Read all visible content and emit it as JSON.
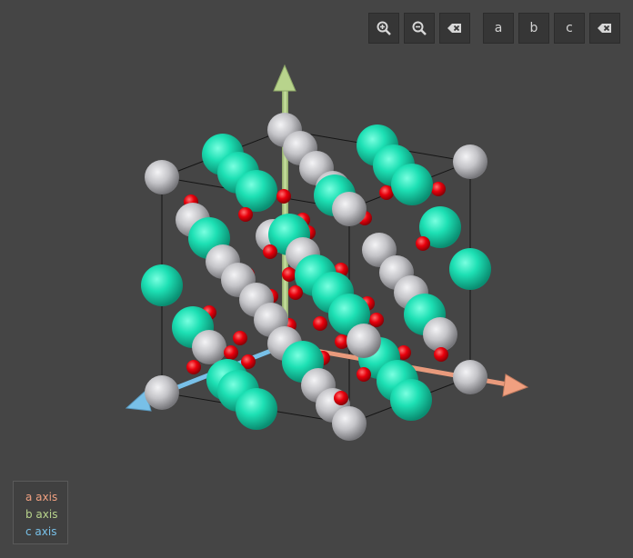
{
  "toolbar": {
    "zoom_in_icon": "zoom-in-icon",
    "zoom_out_icon": "zoom-out-icon",
    "reset_icon": "backspace-icon",
    "view_a_label": "a",
    "view_b_label": "b",
    "view_c_label": "c",
    "clear_icon": "backspace-icon"
  },
  "legend": {
    "a": {
      "label": "a axis",
      "color": "#f0a080"
    },
    "b": {
      "label": "b axis",
      "color": "#b8d48c"
    },
    "c": {
      "label": "c axis",
      "color": "#78c0e8"
    }
  },
  "colors": {
    "background": "#454545",
    "atom_teal": "#1de0b4",
    "atom_gray": "#c8c8cc",
    "atom_red": "#e8000c",
    "axis_a": "#f0a080",
    "axis_b": "#b8d48c",
    "axis_c": "#78c0e8"
  }
}
